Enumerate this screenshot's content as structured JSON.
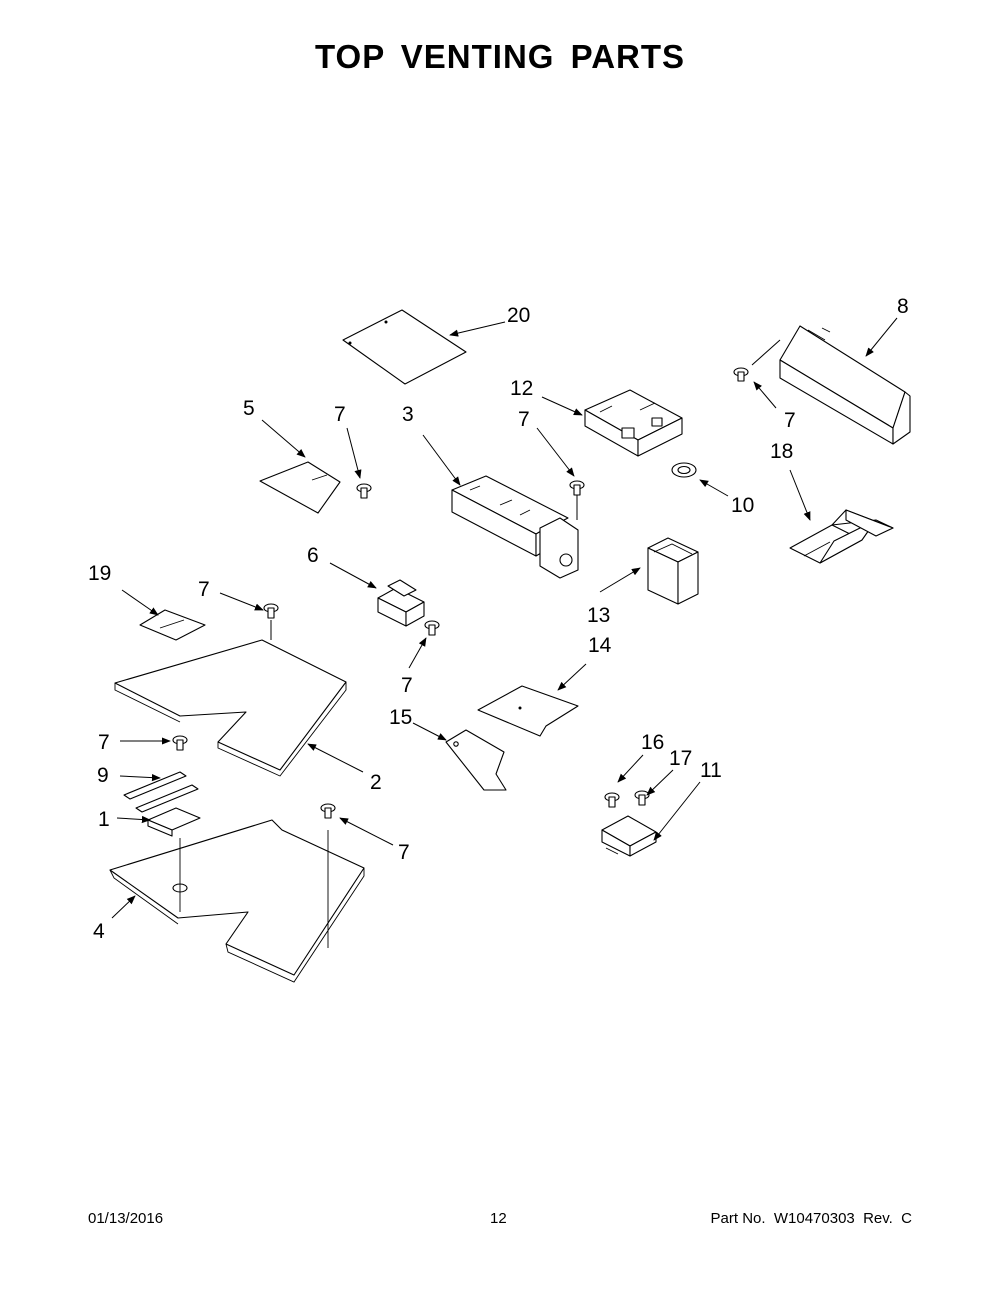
{
  "title": "TOP VENTING PARTS",
  "callouts": {
    "c20": "20",
    "c8": "8",
    "c12": "12",
    "c5": "5",
    "c7a": "7",
    "c3": "3",
    "c7b": "7",
    "c7c": "7",
    "c18": "18",
    "c10": "10",
    "c6": "6",
    "c19": "19",
    "c7d": "7",
    "c13": "13",
    "c14": "14",
    "c7e": "7",
    "c15": "15",
    "c7f": "7",
    "c2": "2",
    "c9": "9",
    "c16": "16",
    "c17": "17",
    "c11": "11",
    "c1": "1",
    "c7g": "7",
    "c4": "4"
  },
  "footer": {
    "date": "01/13/2016",
    "page": "12",
    "part_no": "Part No.  W10470303  Rev.  C"
  }
}
